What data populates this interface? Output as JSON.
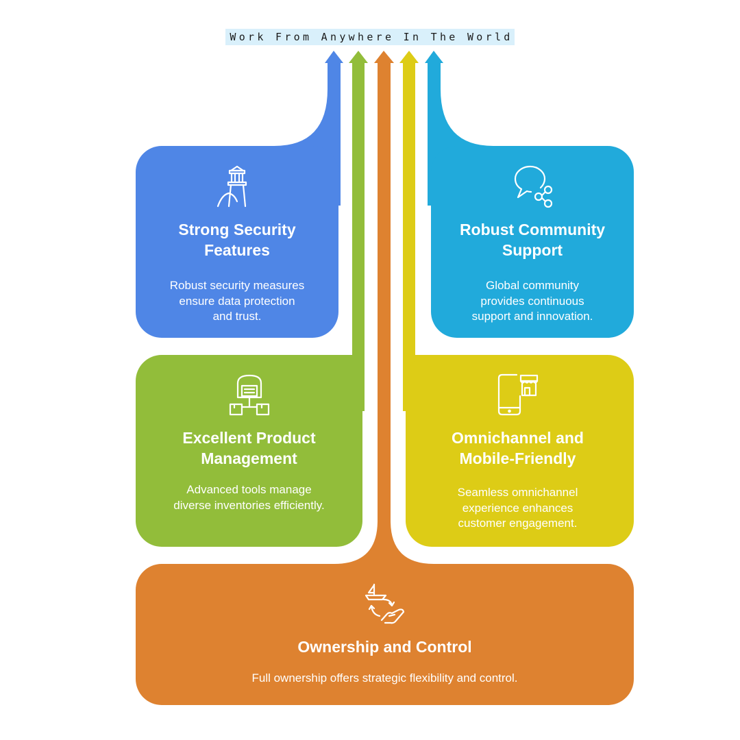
{
  "title": "Work From Anywhere In The World",
  "colors": {
    "blue": "#4f86e6",
    "green": "#92bd3a",
    "orange": "#de8230",
    "yellow": "#ddcc16",
    "cyan": "#21aadb"
  },
  "cards": {
    "security": {
      "icon": "lighthouse-icon",
      "title_line1": "Strong Security",
      "title_line2": "Features",
      "desc_line1": "Robust security measures",
      "desc_line2": "ensure data protection",
      "desc_line3": "and trust."
    },
    "community": {
      "icon": "chat-share-icon",
      "title_line1": "Robust Community",
      "title_line2": "Support",
      "desc_line1": "Global community",
      "desc_line2": "provides continuous",
      "desc_line3": "support and innovation."
    },
    "product": {
      "icon": "warehouse-network-icon",
      "title_line1": "Excellent Product",
      "title_line2": "Management",
      "desc_line1": "Advanced tools manage",
      "desc_line2": "diverse inventories efficiently."
    },
    "omnichannel": {
      "icon": "mobile-store-icon",
      "title_line1": "Omnichannel and",
      "title_line2": "Mobile-Friendly",
      "desc_line1": "Seamless omnichannel",
      "desc_line2": "experience enhances",
      "desc_line3": "customer engagement."
    },
    "ownership": {
      "icon": "ship-hand-icon",
      "title": "Ownership and Control",
      "desc": "Full ownership offers strategic flexibility and control."
    }
  }
}
